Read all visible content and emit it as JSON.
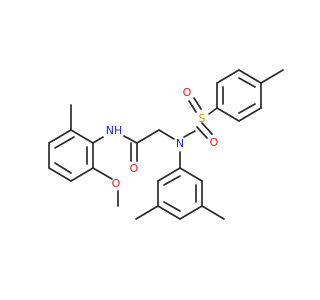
{
  "molecule": {
    "colors": {
      "bond": "#2b2b2b",
      "N": "#2222dd",
      "O": "#e01a1a",
      "S": "#c8a200"
    },
    "atoms": {
      "amide_NH": {
        "text": "NH",
        "element": "N"
      },
      "amide_O": {
        "text": "O",
        "element": "O"
      },
      "methoxy_O": {
        "text": "O",
        "element": "O"
      },
      "sulfonamide_N": {
        "text": "N",
        "element": "N"
      },
      "sulfur": {
        "text": "S",
        "element": "S"
      },
      "sulfonyl_O1": {
        "text": "O",
        "element": "O"
      },
      "sulfonyl_O2": {
        "text": "O",
        "element": "O"
      }
    }
  }
}
